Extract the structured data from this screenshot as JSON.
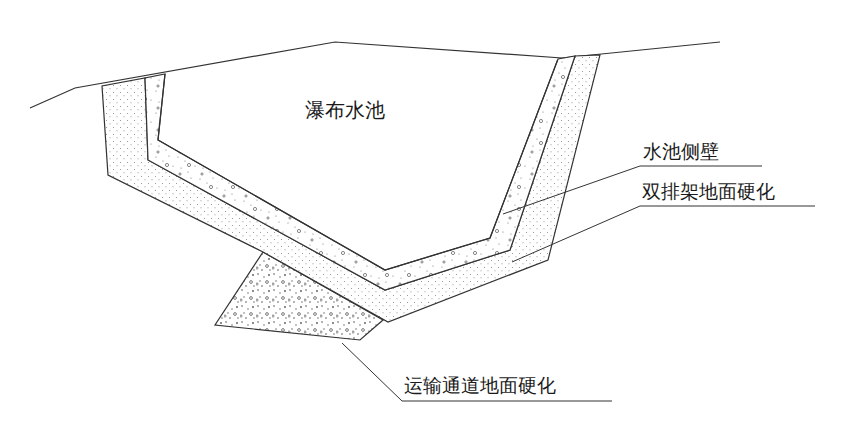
{
  "diagram": {
    "nodes": [
      {
        "text": [
          "瀑布水池"
        ]
      }
    ],
    "labels": [
      "水池侧壁",
      "双排架地面硬化",
      "运输通道地面硬化"
    ]
  }
}
